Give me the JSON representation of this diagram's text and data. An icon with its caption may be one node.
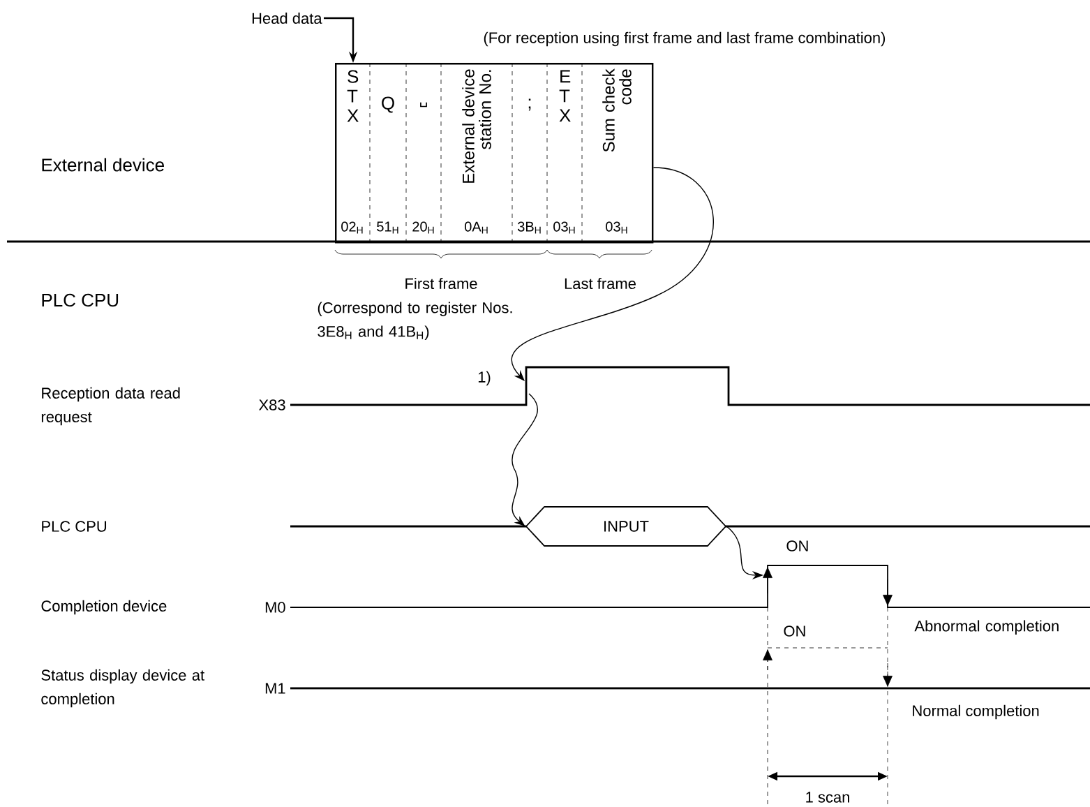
{
  "diagram": {
    "nodes": [
      {
        "text": [
          "Head data"
        ]
      },
      {
        "text": [
          "S T X",
          "Q",
          "␣",
          "External device station No.",
          ";",
          "E T X",
          "Sum check code",
          "02$_{H}$",
          "51$_{H}$",
          "20$_{H}$",
          "0A$_{H}$",
          "3B$_{H}$",
          "03$_{H}$",
          "03$_{H}$"
        ]
      },
      {
        "text": [
          "INPUT"
        ]
      }
    ],
    "edges": [
      {
        "from": 0,
        "to": 1,
        "arrow": "to"
      },
      {
        "from": 1,
        "to": null,
        "arrow": "to"
      },
      {
        "from": null,
        "to": 2,
        "arrow": "to"
      },
      {
        "from": 2,
        "to": null,
        "arrow": "to"
      }
    ],
    "labels": [
      "(For reception using first frame and last frame combination)",
      "External device",
      "First frame",
      "Last frame",
      "PLC CPU",
      "(Correspond to register Nos. 3E8$_{H}$ and 41B$_{H}$)",
      "Reception data read request",
      "X83",
      "1)",
      "PLC CPU",
      "Completion device",
      "M0",
      "ON",
      "ON",
      "Abnormal completion",
      "Status display device at completion",
      "M1",
      "Normal completion",
      "1 scan"
    ]
  }
}
